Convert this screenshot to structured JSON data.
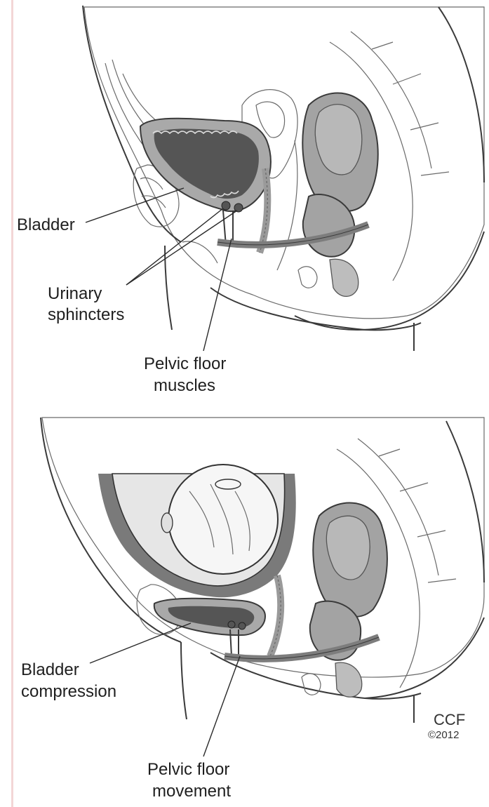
{
  "panels": {
    "top": {
      "label_bladder": "Bladder",
      "label_sphincters_line1": "Urinary",
      "label_sphincters_line2": "sphincters",
      "label_pelvic_line1": "Pelvic floor",
      "label_pelvic_line2": "muscles"
    },
    "bottom": {
      "label_compression_line1": "Bladder",
      "label_compression_line2": "compression",
      "label_movement_line1": "Pelvic floor",
      "label_movement_line2": "movement"
    }
  },
  "credit": {
    "org": "CCF",
    "year": "©2012"
  },
  "colors": {
    "bladder_dark": "#555555",
    "bladder_wall": "#a9a9a9",
    "organ_gray": "#9c9c9c",
    "skin": "#e9e9e9",
    "left_edge_accent": "#f3c9c9"
  }
}
